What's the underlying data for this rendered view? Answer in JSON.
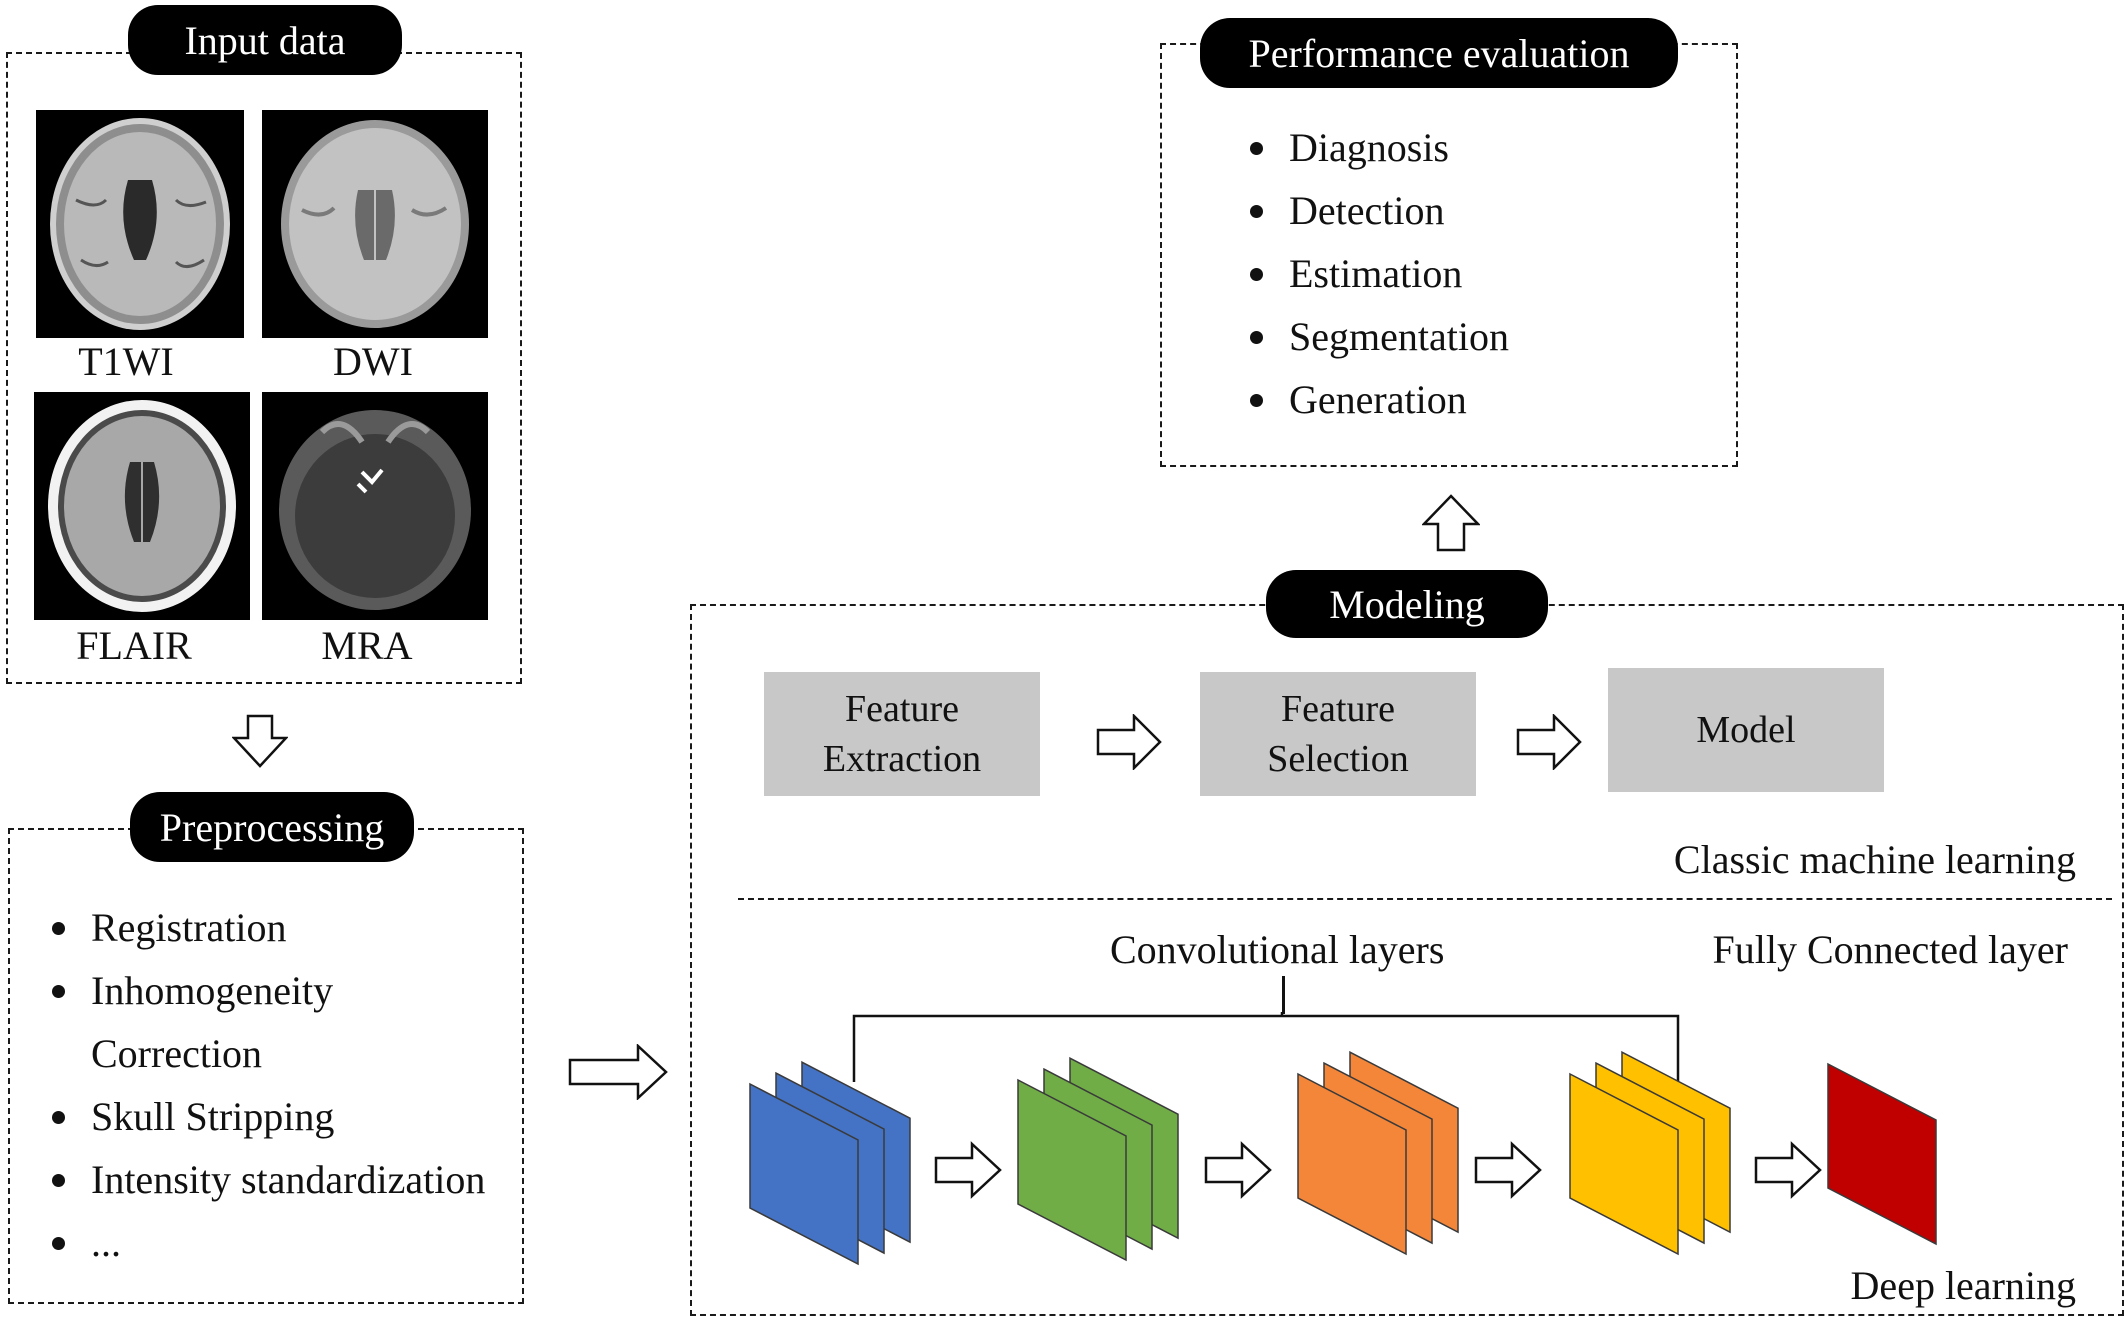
{
  "input_data": {
    "title": "Input data",
    "images": [
      {
        "label": "T1WI",
        "icon": "mri-t1wi-icon"
      },
      {
        "label": "DWI",
        "icon": "mri-dwi-icon"
      },
      {
        "label": "FLAIR",
        "icon": "mri-flair-icon"
      },
      {
        "label": "MRA",
        "icon": "mri-mra-icon"
      }
    ]
  },
  "preprocessing": {
    "title": "Preprocessing",
    "items": [
      "Registration",
      "Inhomogeneity",
      "Correction",
      "Skull Stripping",
      "Intensity standardization",
      "..."
    ]
  },
  "performance": {
    "title": "Performance evaluation",
    "items": [
      "Diagnosis",
      "Detection",
      "Estimation",
      "Segmentation",
      "Generation"
    ]
  },
  "modeling": {
    "title": "Modeling",
    "classic": {
      "steps": [
        {
          "line1": "Feature",
          "line2": "Extraction"
        },
        {
          "line1": "Feature",
          "line2": "Selection"
        },
        {
          "line1": "Model",
          "line2": ""
        }
      ],
      "label": "Classic machine learning"
    },
    "deep": {
      "conv_label": "Convolutional layers",
      "fc_label": "Fully Connected layer",
      "label": "Deep learning",
      "layer_colors": [
        "#4472c4",
        "#70ad47",
        "#f4863a",
        "#ffc000",
        "#c00000"
      ]
    }
  }
}
